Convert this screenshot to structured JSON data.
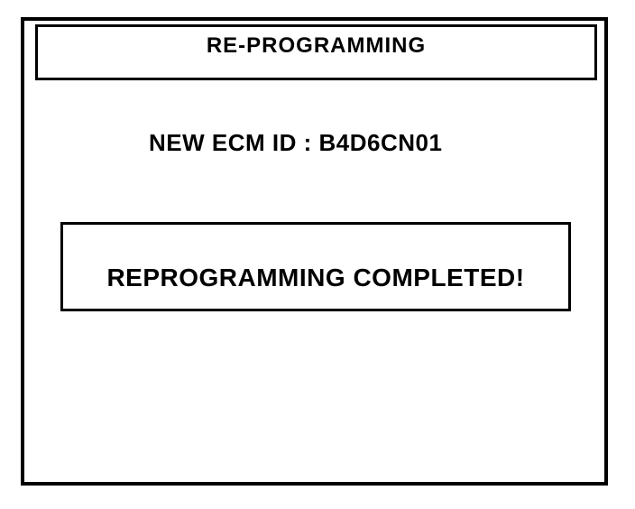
{
  "screen": {
    "title": "RE-PROGRAMMING",
    "ecm_line": {
      "label": "NEW ECM ID",
      "value": "B4D6CN01",
      "text": "NEW ECM ID : B4D6CN01"
    },
    "status_message": "REPROGRAMMING COMPLETED!"
  },
  "colors": {
    "foreground": "#000000",
    "background": "#ffffff"
  }
}
